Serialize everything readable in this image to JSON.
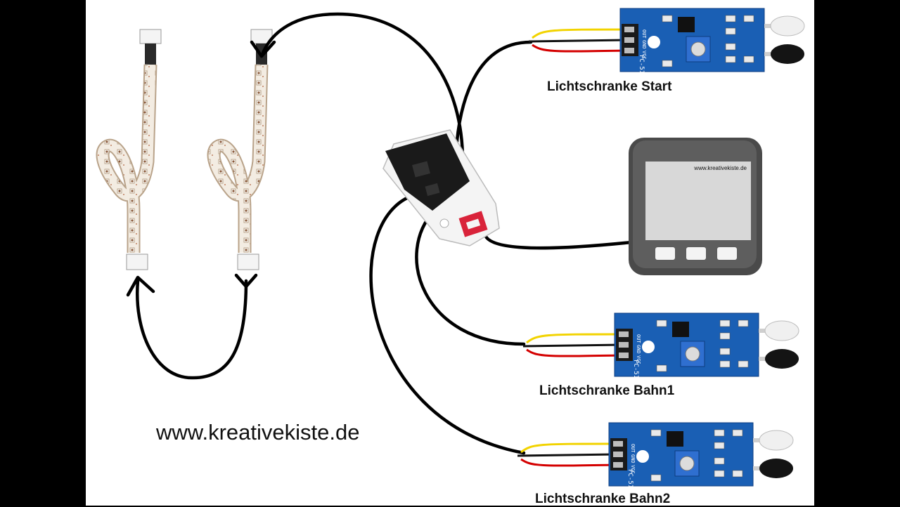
{
  "website": "www.kreativekiste.de",
  "screen_watermark": "www.kreativekiste.de",
  "sensors": [
    {
      "label": "Lichtschranke Start",
      "board_text": "FC-51",
      "pin_labels": [
        "OUT",
        "GND",
        "VCC"
      ]
    },
    {
      "label": "Lichtschranke Bahn1",
      "board_text": "FC-51",
      "pin_labels": [
        "OUT",
        "GND",
        "VCC"
      ]
    },
    {
      "label": "Lichtschranke Bahn2",
      "board_text": "FC-51",
      "pin_labels": [
        "OUT",
        "GND",
        "VCC"
      ]
    }
  ],
  "colors": {
    "frame": "#000000",
    "background": "#ffffff",
    "wire": "#000000",
    "wire_yellow": "#f2d300",
    "wire_red": "#d40000",
    "pcb_blue": "#1a5fb4",
    "hub_white": "#f4f4f4",
    "hub_black": "#1a1a1a",
    "port_red": "#d9233a",
    "led_strip": "#f3ece2",
    "controller_body": "#555555",
    "screen": "#d8d8d8"
  },
  "icons": [
    "led-strip-icon",
    "hub-unit-icon",
    "controller-device-icon",
    "ir-sensor-icon",
    "arrow-icon"
  ]
}
